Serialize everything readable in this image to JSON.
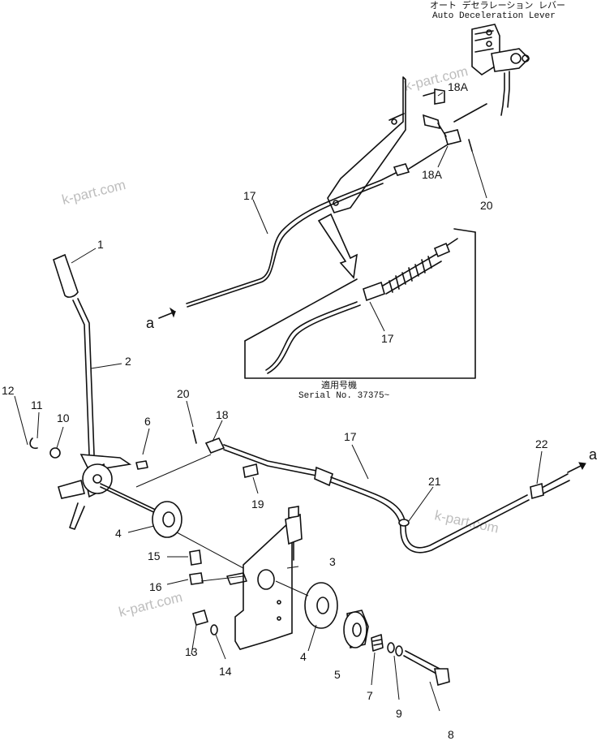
{
  "header": {
    "title_jp": "オート デセラレーション レバー",
    "title_en": "Auto Deceleration Lever"
  },
  "inset": {
    "caption_jp": "適用号機",
    "caption_en": "Serial No. 37375~"
  },
  "watermark": "k-part.com",
  "arrow_label": "a",
  "callouts": {
    "p1": "1",
    "p2": "2",
    "p3": "3",
    "p4a": "4",
    "p4b": "4",
    "p5": "5",
    "p6": "6",
    "p7": "7",
    "p8": "8",
    "p9": "9",
    "p10": "10",
    "p11": "11",
    "p12": "12",
    "p13": "13",
    "p14": "14",
    "p15": "15",
    "p16": "16",
    "p17a": "17",
    "p17b": "17",
    "p17c": "17",
    "p18": "18",
    "p18a1": "18A",
    "p18a2": "18A",
    "p19": "19",
    "p20a": "20",
    "p20b": "20",
    "p21": "21",
    "p22": "22"
  }
}
